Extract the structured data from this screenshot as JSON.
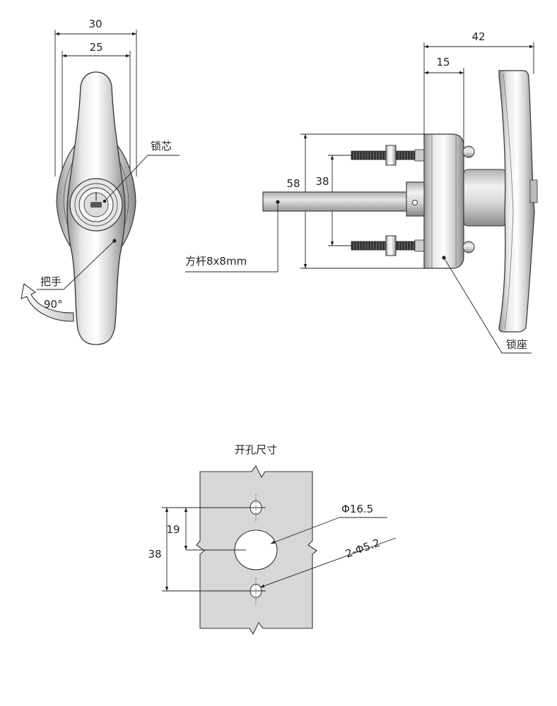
{
  "front_view": {
    "dim_outer": "30",
    "dim_inner": "25",
    "label_lock_core": "锁芯",
    "label_handle": "把手",
    "rotation": "90°"
  },
  "side_view": {
    "dim_total_depth": "42",
    "dim_seat_depth": "15",
    "dim_seat_height": "58",
    "dim_bolt_spacing": "38",
    "label_square_bar": "方杆8x8mm",
    "label_lock_seat": "锁座"
  },
  "cutout": {
    "title": "开孔尺寸",
    "dim_center_offset": "19",
    "dim_hole_spacing": "38",
    "label_center_hole": "Φ16.5",
    "label_small_holes": "2-Φ5.2"
  }
}
